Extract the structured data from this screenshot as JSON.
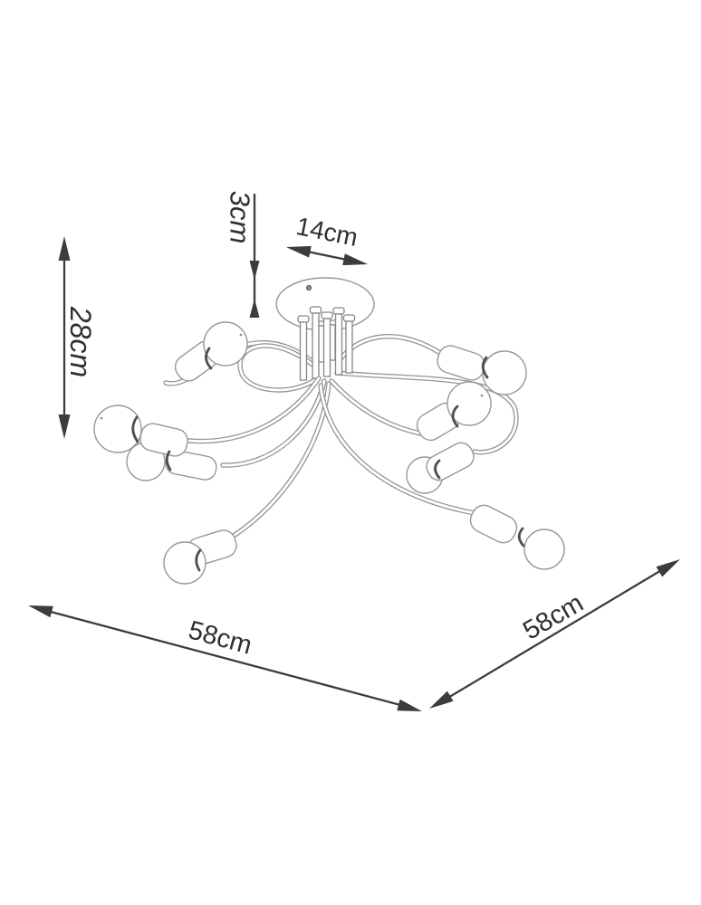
{
  "diagram": {
    "background_color": "#ffffff",
    "drawing_line_color": "#979797",
    "dimension_color": "#3c3c3c",
    "bulb_count": 8,
    "labels": {
      "height": "28cm",
      "canopy_height": "3cm",
      "canopy_diameter": "14cm",
      "depth": "58cm",
      "width": "58cm"
    }
  }
}
